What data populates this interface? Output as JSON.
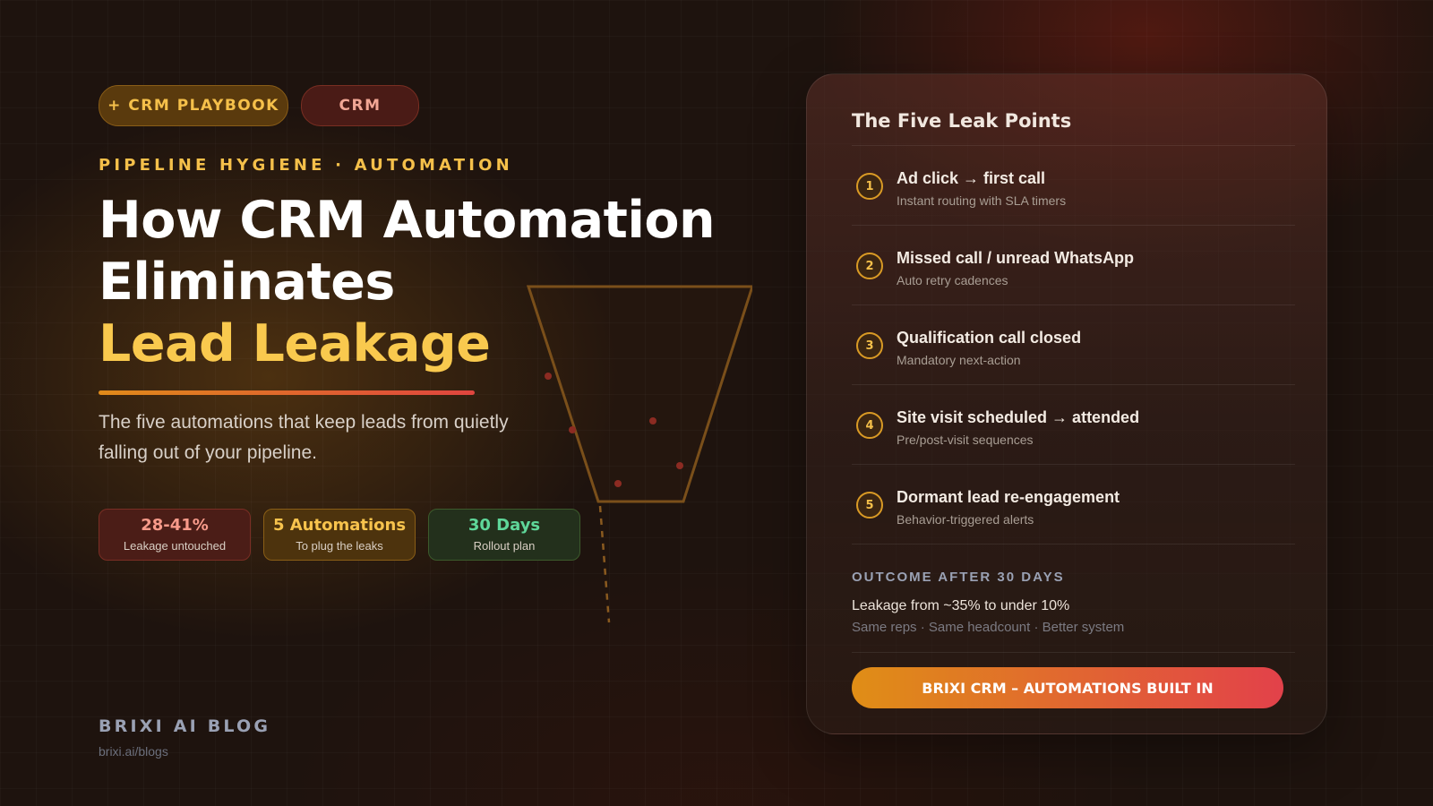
{
  "tags": {
    "playbook": "+ CRM PLAYBOOK",
    "crm": "CRM"
  },
  "kicker": "PIPELINE HYGIENE · AUTOMATION",
  "headline": {
    "line1": "How CRM Automation",
    "line2": "Eliminates",
    "accent": "Lead Leakage"
  },
  "subhead": "The five automations that keep leads from quietly falling out of your pipeline.",
  "stats": [
    {
      "value": "28-41%",
      "label": "Leakage untouched"
    },
    {
      "value": "5 Automations",
      "label": "To plug the leaks"
    },
    {
      "value": "30 Days",
      "label": "Rollout plan"
    }
  ],
  "footer": {
    "brand": "BRIXI AI BLOG",
    "url": "brixi.ai/blogs"
  },
  "card": {
    "title": "The Five Leak Points",
    "items": [
      {
        "num": "1",
        "title": "Ad click → first call",
        "desc": "Instant routing with SLA timers"
      },
      {
        "num": "2",
        "title": "Missed call / unread WhatsApp",
        "desc": "Auto retry cadences"
      },
      {
        "num": "3",
        "title": "Qualification call closed",
        "desc": "Mandatory next-action"
      },
      {
        "num": "4",
        "title": "Site visit scheduled → attended",
        "desc": "Pre/post-visit sequences"
      },
      {
        "num": "5",
        "title": "Dormant lead re-engagement",
        "desc": "Behavior-triggered alerts"
      }
    ],
    "outcome": {
      "label": "OUTCOME AFTER 30 DAYS",
      "main": "Leakage from ~35% to under 10%",
      "sub": "Same reps · Same headcount · Better system"
    },
    "cta": "BRIXI CRM – AUTOMATIONS BUILT IN"
  },
  "colors": {
    "accent_yellow": "#f9c94e",
    "accent_orange": "#e08e16",
    "accent_red": "#e2414a",
    "stat_green": "#5fd79a"
  }
}
